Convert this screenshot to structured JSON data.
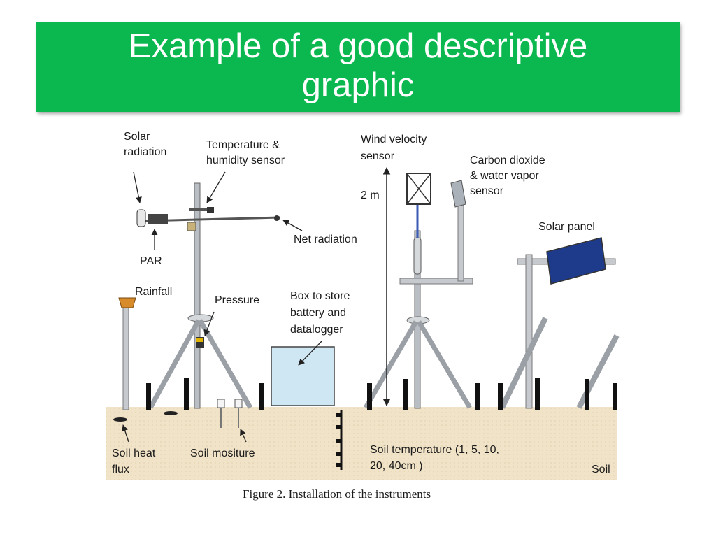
{
  "slide": {
    "title_line1": "Example of a good descriptive",
    "title_line2": "graphic"
  },
  "figure": {
    "caption": "Figure 2. Installation of the instruments",
    "labels": {
      "solar_radiation_1": "Solar",
      "solar_radiation_2": "radiation",
      "temp_humidity_1": "Temperature &",
      "temp_humidity_2": "humidity sensor",
      "wind_velocity_1": "Wind velocity",
      "wind_velocity_2": "sensor",
      "co2_1": "Carbon dioxide",
      "co2_2": "& water vapor",
      "co2_3": "sensor",
      "height": "2 m",
      "net_radiation": "Net radiation",
      "solar_panel": "Solar panel",
      "par": "PAR",
      "rainfall": "Rainfall",
      "pressure": "Pressure",
      "box_1": "Box to store",
      "box_2": "battery and",
      "box_3": "datalogger",
      "soil_heat_1": "Soil heat",
      "soil_heat_2": "flux",
      "soil_moisture": "Soil mositure",
      "soil_temp_1": "Soil temperature (1, 5, 10,",
      "soil_temp_2": "20, 40cm )",
      "soil": "Soil"
    }
  },
  "colors": {
    "title_bar": "#0bb84f",
    "soil": "#f1e3c8",
    "box": "#cfe6f3",
    "solar_panel": "#1e3a8a"
  }
}
